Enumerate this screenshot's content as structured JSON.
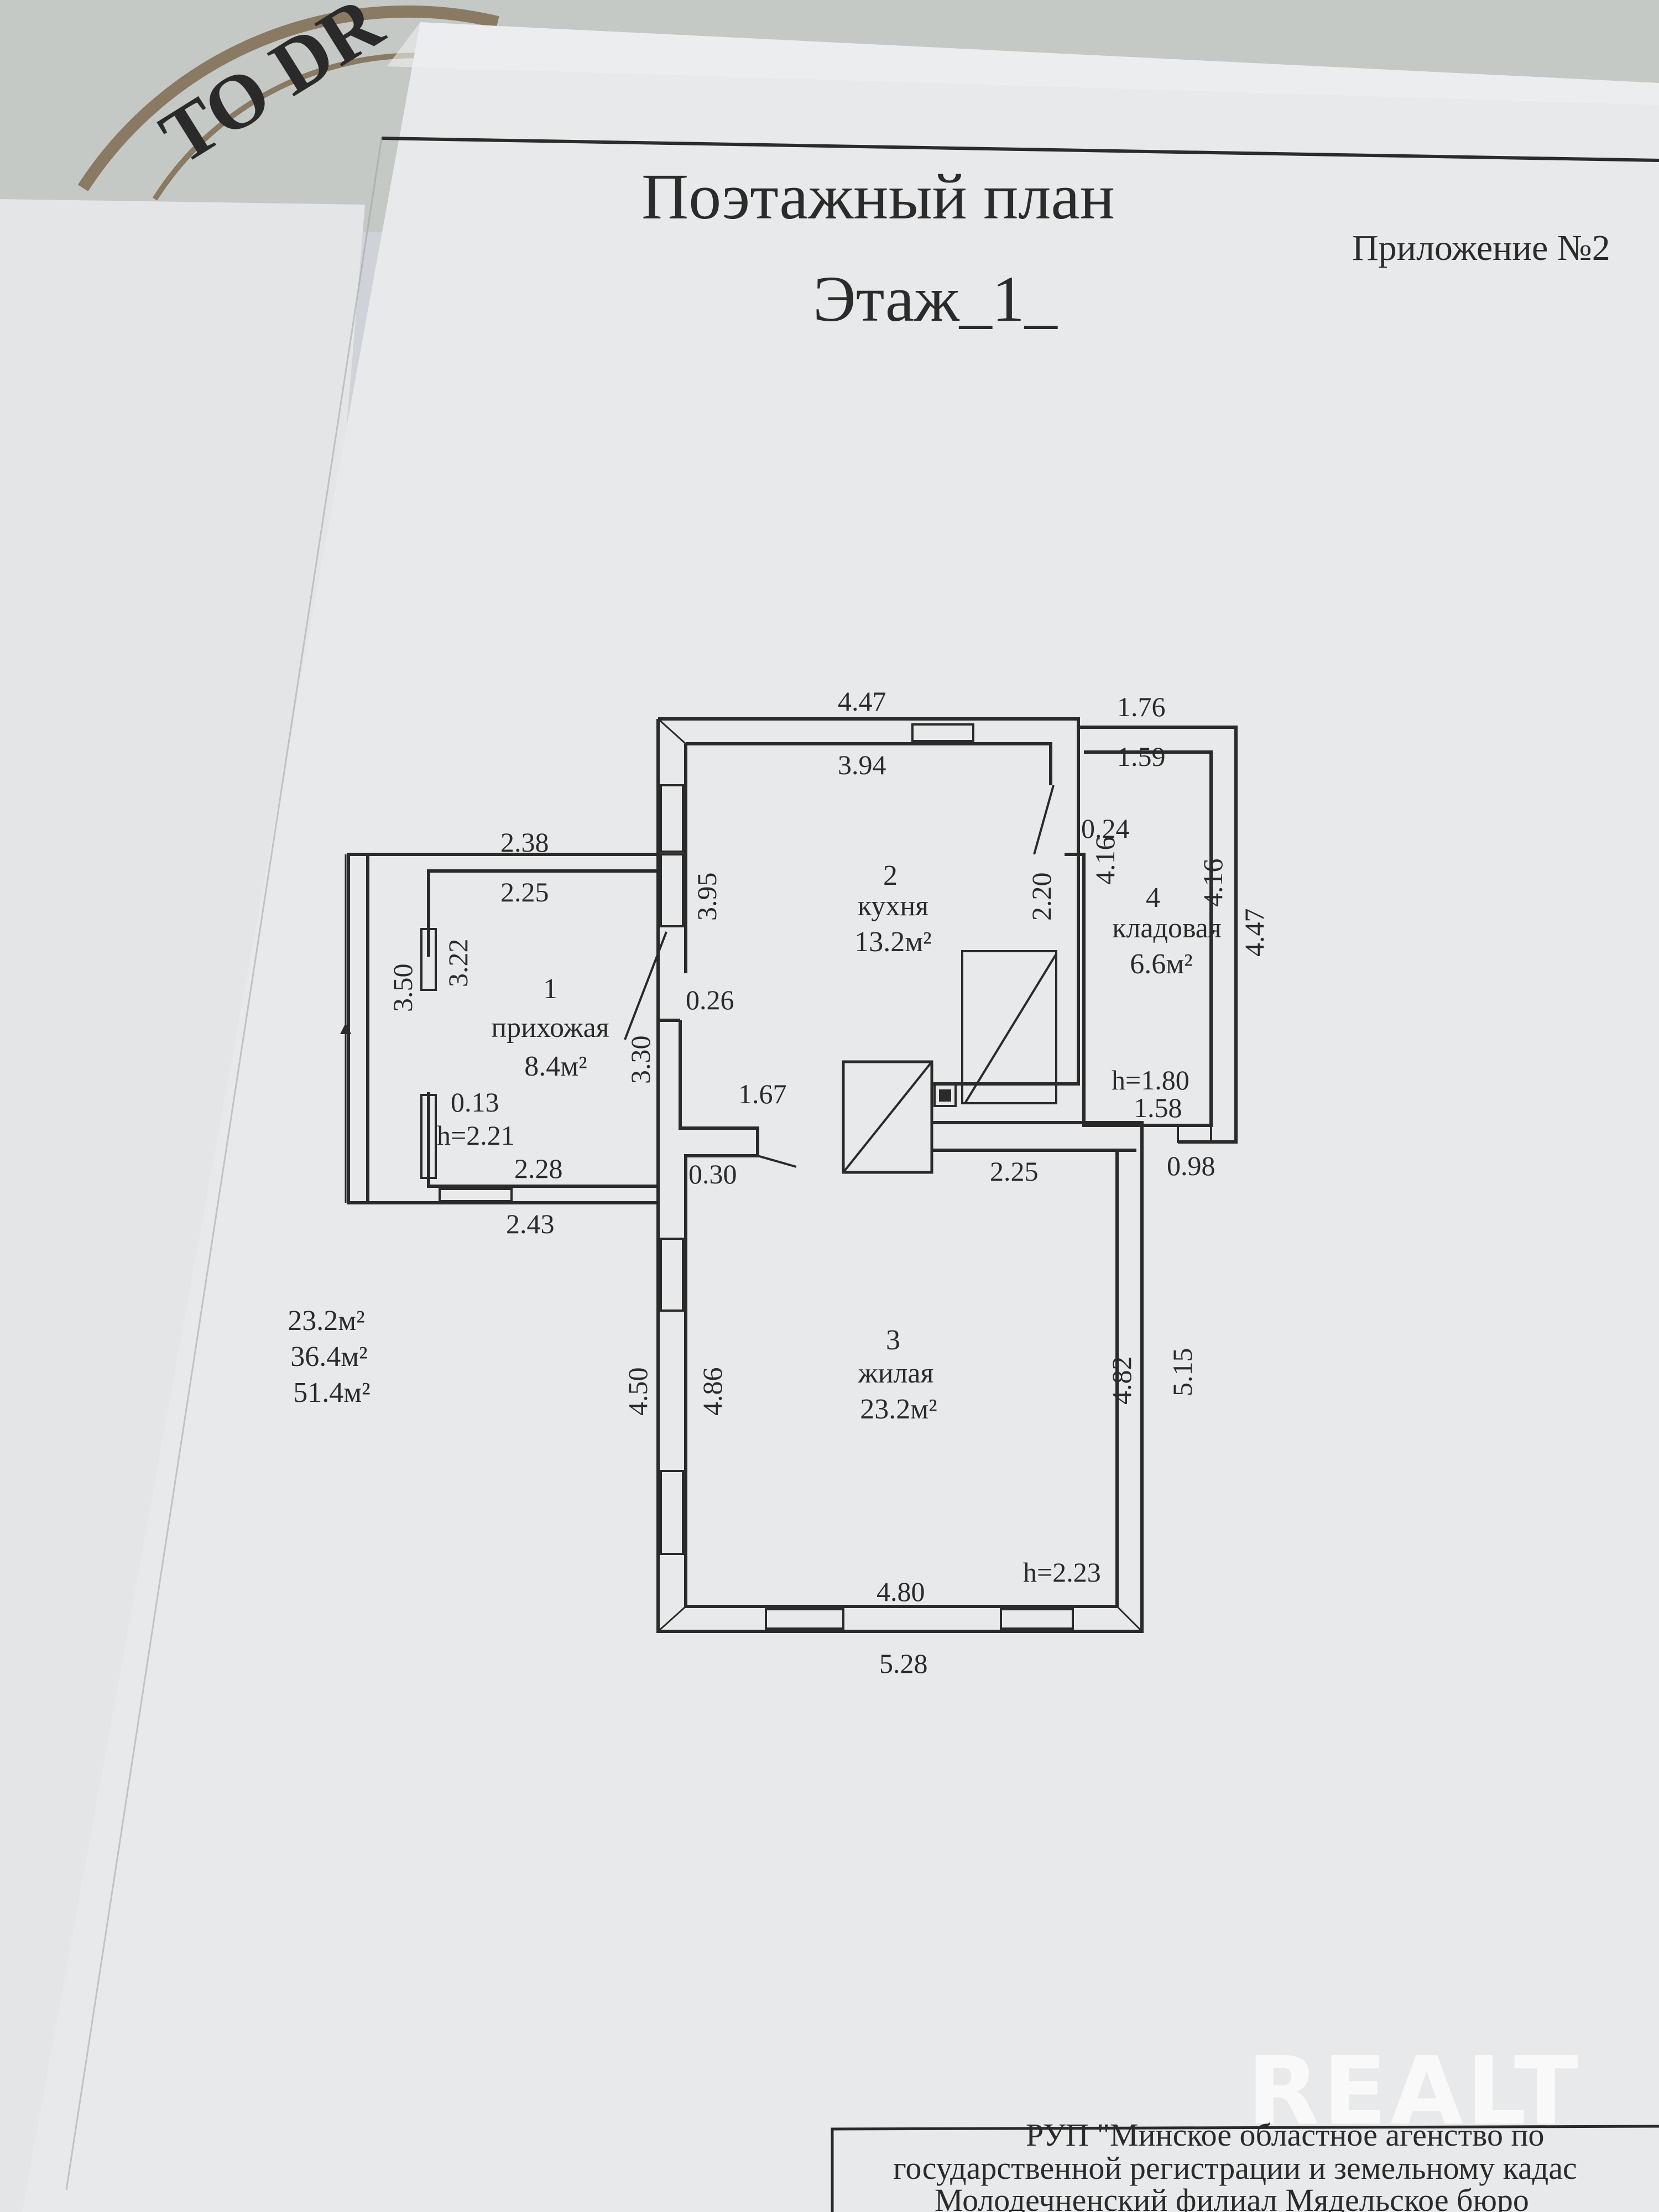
{
  "document": {
    "title_line1": "Поэтажный план",
    "title_line2": "Этаж_1_",
    "appendix": "Приложение №2",
    "background_stamp": "TO DR",
    "watermark": "REALT"
  },
  "rooms": [
    {
      "number": "1",
      "name": "прихожая",
      "area": "8.4м²"
    },
    {
      "number": "2",
      "name": "кухня",
      "area": "13.2м²"
    },
    {
      "number": "3",
      "name": "жилая",
      "area": "23.2м²"
    },
    {
      "number": "4",
      "name": "кладовая",
      "area": "6.6м²"
    }
  ],
  "heights": {
    "room1": "h=2.21",
    "room3": "h=2.23",
    "room4": "h=1.80"
  },
  "dimensions": {
    "top_kitchen_outer": "4.47",
    "top_kitchen_inner": "3.94",
    "top_storage_outer": "1.76",
    "top_storage_inner": "1.59",
    "storage_wall": "0.24",
    "kitchen_right": "2.20",
    "storage_left": "4.16",
    "storage_right": "4.16",
    "storage_outer_right": "4.47",
    "storage_bottom": "1.58",
    "storage_door": "0.98",
    "kitchen_left": "3.95",
    "hall_top_outer": "2.38",
    "hall_top_inner": "2.25",
    "hall_outer_left": "3.50",
    "hall_inner_left": "3.22",
    "hall_wall": "0.13",
    "hall_bottom_inner": "2.28",
    "hall_bottom_outer": "2.43",
    "wall_026": "0.26",
    "wall_330": "3.30",
    "partition_167": "1.67",
    "wall_030": "0.30",
    "kitchen_bottom": "2.25",
    "living_left_outer": "4.50",
    "living_left_inner": "4.86",
    "living_right_inner": "4.82",
    "living_right_outer": "5.15",
    "living_bottom_inner": "4.80",
    "living_bottom_outer": "5.28"
  },
  "totals": {
    "living": "23.2м²",
    "total_area": "36.4м²",
    "total_with": "51.4м²"
  },
  "stamp": {
    "line1": "РУП \"Минское областное агенство по",
    "line2": "государственной регистрации и земельному кадас",
    "line3": "Молодечненский филиал Мядельское  бюро"
  }
}
